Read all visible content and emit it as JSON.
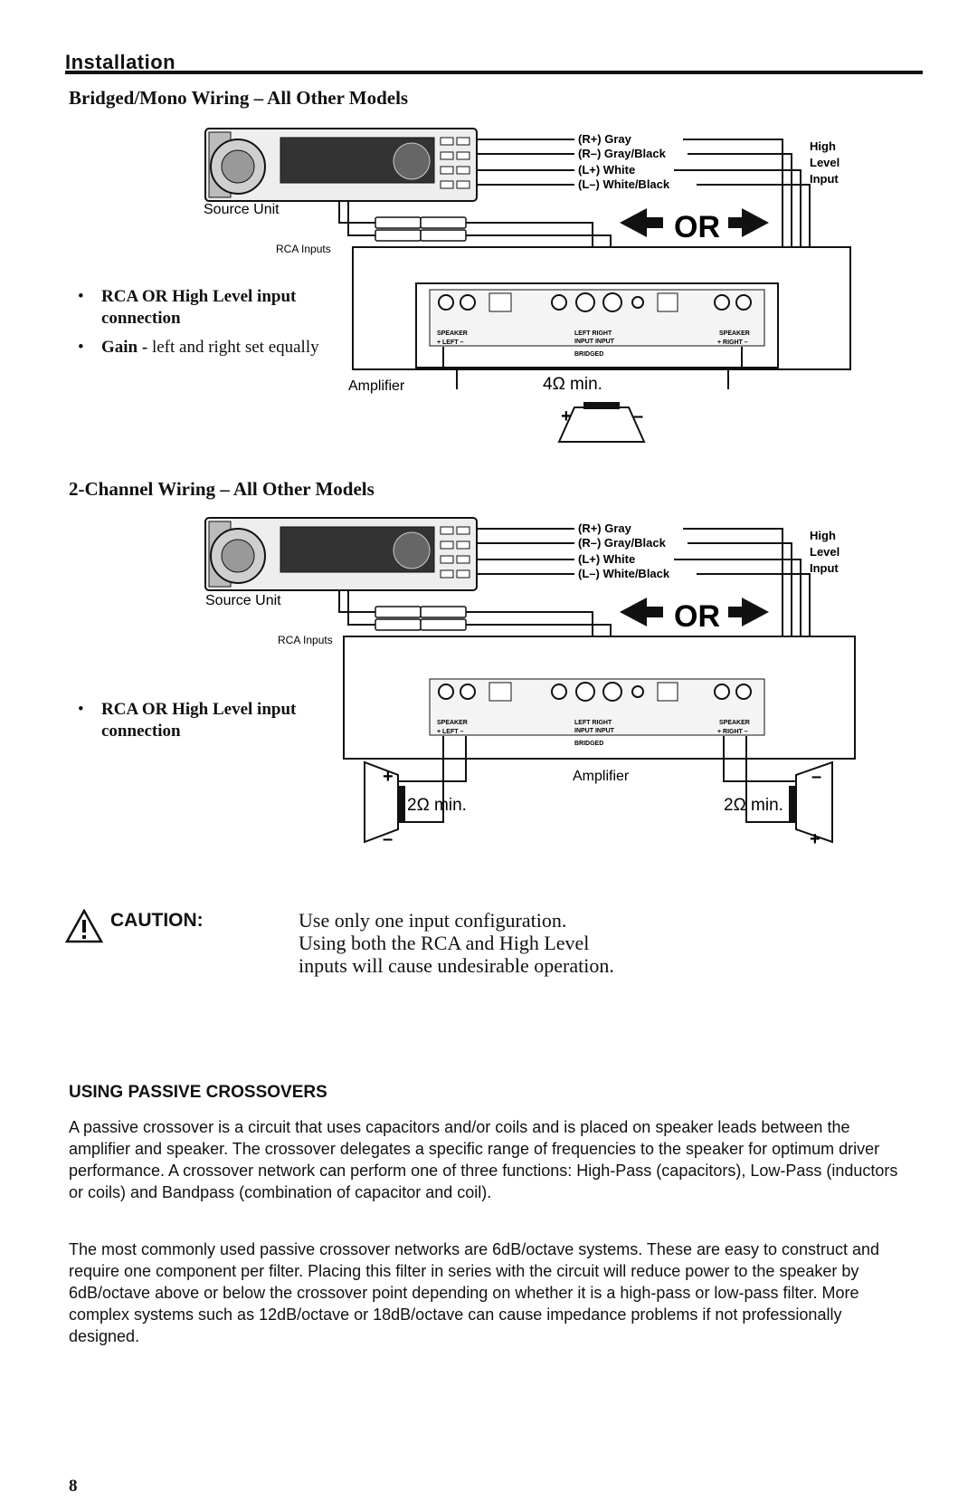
{
  "header": {
    "section": "Installation"
  },
  "diagram1": {
    "title": "Bridged/Mono Wiring – All Other Models",
    "source_unit": "Source Unit",
    "rca_inputs": "RCA Inputs",
    "amplifier": "Amplifier",
    "impedance": "4Ω min.",
    "wires": [
      "(R+) Gray",
      "(R–) Gray/Black",
      "(L+) White",
      "(L–) White/Black"
    ],
    "high_level": "High Level Input",
    "or_label": "OR",
    "bullets": [
      {
        "strong": "RCA OR High Level input connection",
        "text": ""
      },
      {
        "strong": "Gain -",
        "text": " left and right set equally"
      }
    ]
  },
  "diagram2": {
    "title": "2-Channel Wiring – All Other Models",
    "source_unit": "Source Unit",
    "rca_inputs": "RCA Inputs",
    "amplifier": "Amplifier",
    "impedance_left": "2Ω min.",
    "impedance_right": "2Ω min.",
    "wires": [
      "(R+) Gray",
      "(R–) Gray/Black",
      "(L+) White",
      "(L–) White/Black"
    ],
    "high_level": "High Level Input",
    "or_label": "OR",
    "bullets": [
      {
        "strong": "RCA OR High Level input connection",
        "text": ""
      }
    ]
  },
  "caution": {
    "label": "CAUTION:",
    "lines": [
      "Use only one input configuration.",
      "Using both the RCA and High Level",
      "inputs will cause undesirable operation."
    ]
  },
  "section": {
    "title": "USING PASSIVE CROSSOVERS",
    "paragraphs": [
      "A passive crossover is a circuit that uses capacitors and/or coils and is placed on speaker leads between the amplifier and speaker. The crossover delegates a specific range of frequencies to the speaker for optimum driver performance. A crossover network can perform one of three functions: High-Pass (capacitors), Low-Pass (inductors or coils) and Bandpass (combination of capacitor and coil).",
      "The most commonly used passive crossover networks are 6dB/octave systems. These are easy to construct and require one component per filter. Placing this filter in series with the circuit will reduce power to the speaker by 6dB/octave above or below the crossover point depending on whether it is a high-pass or low-pass filter. More complex systems such as 12dB/octave or 18dB/octave can cause impedance problems if not professionally designed."
    ]
  },
  "page_number": "8"
}
